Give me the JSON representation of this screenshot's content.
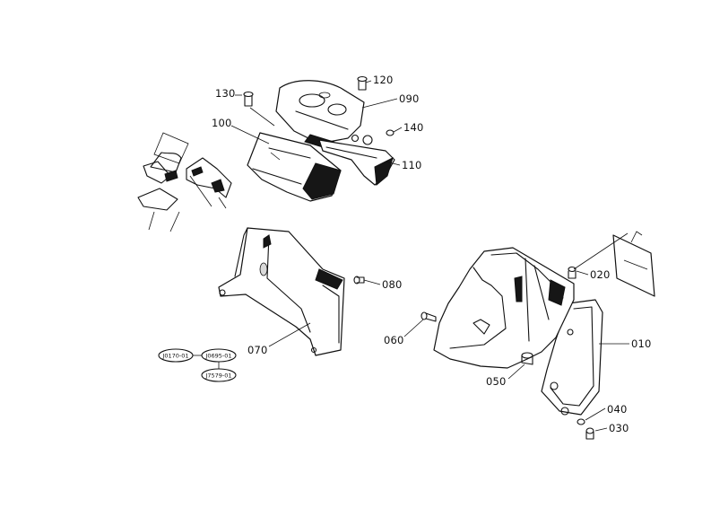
{
  "callouts": {
    "p010": "010",
    "p020": "020",
    "p030": "030",
    "p040": "040",
    "p050": "050",
    "p060": "060",
    "p070": "070",
    "p080": "080",
    "p090": "090",
    "p100": "100",
    "p110": "110",
    "p120": "120",
    "p130": "130",
    "p140": "140"
  },
  "reference_tags": {
    "ref1": "J0170-01",
    "ref2": "J0695-01",
    "ref3": "J7579-01"
  },
  "colors": {
    "ink": "#111111",
    "paper": "#ffffff",
    "shade": "#161616"
  }
}
